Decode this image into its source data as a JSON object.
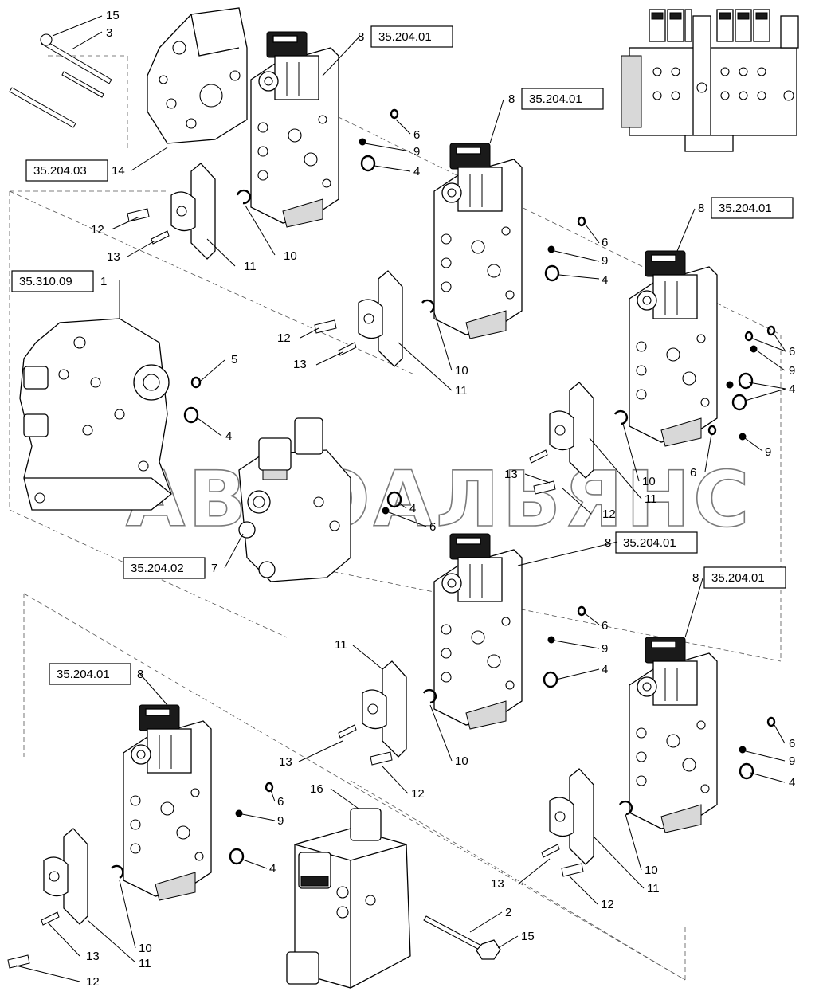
{
  "watermark": "АВТОАЛЬЯНС",
  "reference_boxes": [
    {
      "id": "ref-14",
      "label": "35.204.03"
    },
    {
      "id": "ref-1",
      "label": "35.310.09"
    },
    {
      "id": "ref-7",
      "label": "35.204.02"
    },
    {
      "id": "ref-8a",
      "label": "35.204.01"
    },
    {
      "id": "ref-8b",
      "label": "35.204.01"
    },
    {
      "id": "ref-8c",
      "label": "35.204.01"
    },
    {
      "id": "ref-8d",
      "label": "35.204.01"
    },
    {
      "id": "ref-8e",
      "label": "35.204.01"
    },
    {
      "id": "ref-8f",
      "label": "35.204.01"
    }
  ],
  "callouts": {
    "c15a": "15",
    "c3": "3",
    "c14": "14",
    "c8a": "8",
    "c6a": "6",
    "c9a": "9",
    "c4a": "4",
    "c12a": "12",
    "c13a": "13",
    "c11a": "11",
    "c10a": "10",
    "c1": "1",
    "c5": "5",
    "c4b": "4",
    "c8b": "8",
    "c6b": "6",
    "c9b": "9",
    "c4c": "4",
    "c12b": "12",
    "c13b": "13",
    "c10b": "10",
    "c11b": "11",
    "c8c": "8",
    "c6c": "6",
    "c9c": "9",
    "c4d": "4",
    "c6d": "6",
    "c9d": "9",
    "c13c": "13",
    "c10c": "10",
    "c12c": "12",
    "c11c": "11",
    "c4e": "4",
    "c6e": "6",
    "c7": "7",
    "c8d": "8",
    "c6f": "6",
    "c9e": "9",
    "c4f": "4",
    "c11d": "11",
    "c13d": "13",
    "c10d": "10",
    "c12d": "12",
    "c8e": "8",
    "c6g": "6",
    "c9f": "9",
    "c4g": "4",
    "c10e": "10",
    "c13e": "13",
    "c11e": "11",
    "c12e": "12",
    "c8f": "8",
    "c6h": "6",
    "c9g": "9",
    "c4h": "4",
    "c16": "16",
    "c10f": "10",
    "c11f": "11",
    "c13f": "13",
    "c12f": "12",
    "c2": "2",
    "c15b": "15"
  }
}
